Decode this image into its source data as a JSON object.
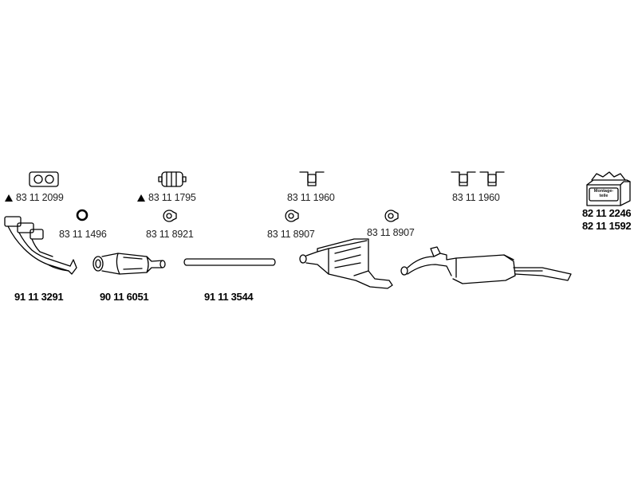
{
  "parts": {
    "gasket_manifold": "83 11 2099",
    "clamp_pipe": "83 11 1795",
    "hanger_middle": "83 11 1960",
    "hanger_rear": "83 11 1960",
    "ring_gasket": "83 11 1496",
    "clamp_1": "83 11 8921",
    "clamp_2": "83 11 8907",
    "clamp_3": "83 11 8907",
    "front_pipe": "91 11 3291",
    "catalyst": "90 11 6051",
    "intermediate_pipe": "91 11 3544",
    "mounting_kit_1": "82 11 2246",
    "mounting_kit_2": "82 11 1592",
    "mounting_box_text_1": "Montage-",
    "mounting_box_text_2": "teile"
  },
  "icons": {
    "gasket": "gasket-icon",
    "pipe_clamp": "pipe-clamp-icon",
    "hanger": "rubber-hanger-icon",
    "ring": "ring-gasket-icon",
    "clamp": "clamp-icon",
    "warning": "triangle-marker-icon",
    "box": "mounting-kit-box-icon"
  }
}
